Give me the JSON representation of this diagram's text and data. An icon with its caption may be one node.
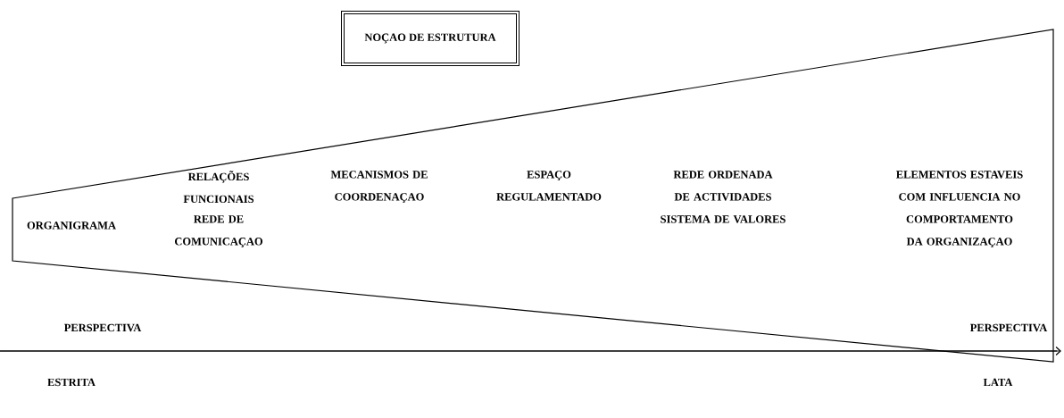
{
  "diagram": {
    "nodes": [
      {
        "text": [
          "NOÇAO DE ESTRUTURA"
        ]
      },
      {
        "text": [
          "ORGANIGRAMA",
          "RELAÇÕES FUNCIONAIS",
          "REDE DE COMUNICAÇAO",
          "MECANISMOS DE COORDENAÇAO",
          "ESPAÇO REGULAMENTADO",
          "REDE ORDENADA DE ACTIVIDADES",
          "SISTEMA DE VALORES",
          "ELEMENTOS ESTAVEIS COM INFLUENCIA NO COMPORTAMENTO DA ORGANIZAÇAO"
        ]
      }
    ],
    "labels": [
      "PERSPECTIVA",
      "PERSPECTIVA",
      "ESTRITA",
      "LATA"
    ]
  }
}
